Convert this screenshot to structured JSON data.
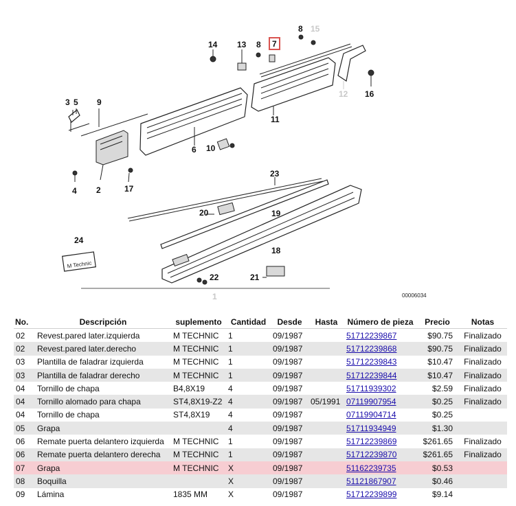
{
  "diagram": {
    "labels": {
      "l1": "1",
      "l2": "2",
      "l3": "3",
      "l4": "4",
      "l5": "5",
      "l6": "6",
      "l7": "7",
      "l8": "8",
      "l9": "9",
      "l10": "10",
      "l11": "11",
      "l12": "12",
      "l13": "13",
      "l14": "14",
      "l15": "15",
      "l16": "16",
      "l17": "17",
      "l18": "18",
      "l19": "19",
      "l20": "20",
      "l21": "21",
      "l22": "22",
      "l23": "23",
      "l24": "24"
    },
    "emblem_text": "M Technic",
    "diagram_code": "00006034",
    "highlight_color": "#d9534f"
  },
  "table": {
    "headers": {
      "no": "No.",
      "description": "Descripción",
      "supplement": "suplemento",
      "quantity": "Cantidad",
      "from": "Desde",
      "to": "Hasta",
      "part_number": "Número de pieza",
      "price": "Precio",
      "notes": "Notas"
    },
    "rows": [
      {
        "no": "02",
        "description": "Revest.pared later.izquierda",
        "supplement": "M TECHNIC",
        "quantity": "1",
        "from": "09/1987",
        "to": "",
        "part_number": "51712239867",
        "price": "$90.75",
        "notes": "Finalizado"
      },
      {
        "no": "02",
        "description": "Revest.pared later.derecho",
        "supplement": "M TECHNIC",
        "quantity": "1",
        "from": "09/1987",
        "to": "",
        "part_number": "51712239868",
        "price": "$90.75",
        "notes": "Finalizado"
      },
      {
        "no": "03",
        "description": "Plantilla de faladrar izquierda",
        "supplement": "M TECHNIC",
        "quantity": "1",
        "from": "09/1987",
        "to": "",
        "part_number": "51712239843",
        "price": "$10.47",
        "notes": "Finalizado"
      },
      {
        "no": "03",
        "description": "Plantilla de faladrar derecho",
        "supplement": "M TECHNIC",
        "quantity": "1",
        "from": "09/1987",
        "to": "",
        "part_number": "51712239844",
        "price": "$10.47",
        "notes": "Finalizado"
      },
      {
        "no": "04",
        "description": "Tornillo de chapa",
        "supplement": "B4,8X19",
        "quantity": "4",
        "from": "09/1987",
        "to": "",
        "part_number": "51711939302",
        "price": "$2.59",
        "notes": "Finalizado"
      },
      {
        "no": "04",
        "description": "Tornillo alomado para chapa",
        "supplement": "ST4,8X19-Z2",
        "quantity": "4",
        "from": "09/1987",
        "to": "05/1991",
        "part_number": "07119907954",
        "price": "$0.25",
        "notes": "Finalizado"
      },
      {
        "no": "04",
        "description": "Tornillo de chapa",
        "supplement": "ST4,8X19",
        "quantity": "4",
        "from": "09/1987",
        "to": "",
        "part_number": "07119904714",
        "price": "$0.25",
        "notes": ""
      },
      {
        "no": "05",
        "description": "Grapa",
        "supplement": "",
        "quantity": "4",
        "from": "09/1987",
        "to": "",
        "part_number": "51711934949",
        "price": "$1.30",
        "notes": ""
      },
      {
        "no": "06",
        "description": "Remate puerta delantero izquierda",
        "supplement": "M TECHNIC",
        "quantity": "1",
        "from": "09/1987",
        "to": "",
        "part_number": "51712239869",
        "price": "$261.65",
        "notes": "Finalizado"
      },
      {
        "no": "06",
        "description": "Remate puerta delantero derecha",
        "supplement": "M TECHNIC",
        "quantity": "1",
        "from": "09/1987",
        "to": "",
        "part_number": "51712239870",
        "price": "$261.65",
        "notes": "Finalizado"
      },
      {
        "no": "07",
        "description": "Grapa",
        "supplement": "M TECHNIC",
        "quantity": "X",
        "from": "09/1987",
        "to": "",
        "part_number": "51162239735",
        "price": "$0.53",
        "notes": ""
      },
      {
        "no": "08",
        "description": "Boquilla",
        "supplement": "",
        "quantity": "X",
        "from": "09/1987",
        "to": "",
        "part_number": "51121867907",
        "price": "$0.46",
        "notes": ""
      },
      {
        "no": "09",
        "description": "Lámina",
        "supplement": "1835 MM",
        "quantity": "X",
        "from": "09/1987",
        "to": "",
        "part_number": "51712239899",
        "price": "$9.14",
        "notes": ""
      }
    ],
    "highlighted_row_index": 10,
    "row_highlight_color": "#f7cdd2",
    "link_color": "#1a0dab"
  }
}
